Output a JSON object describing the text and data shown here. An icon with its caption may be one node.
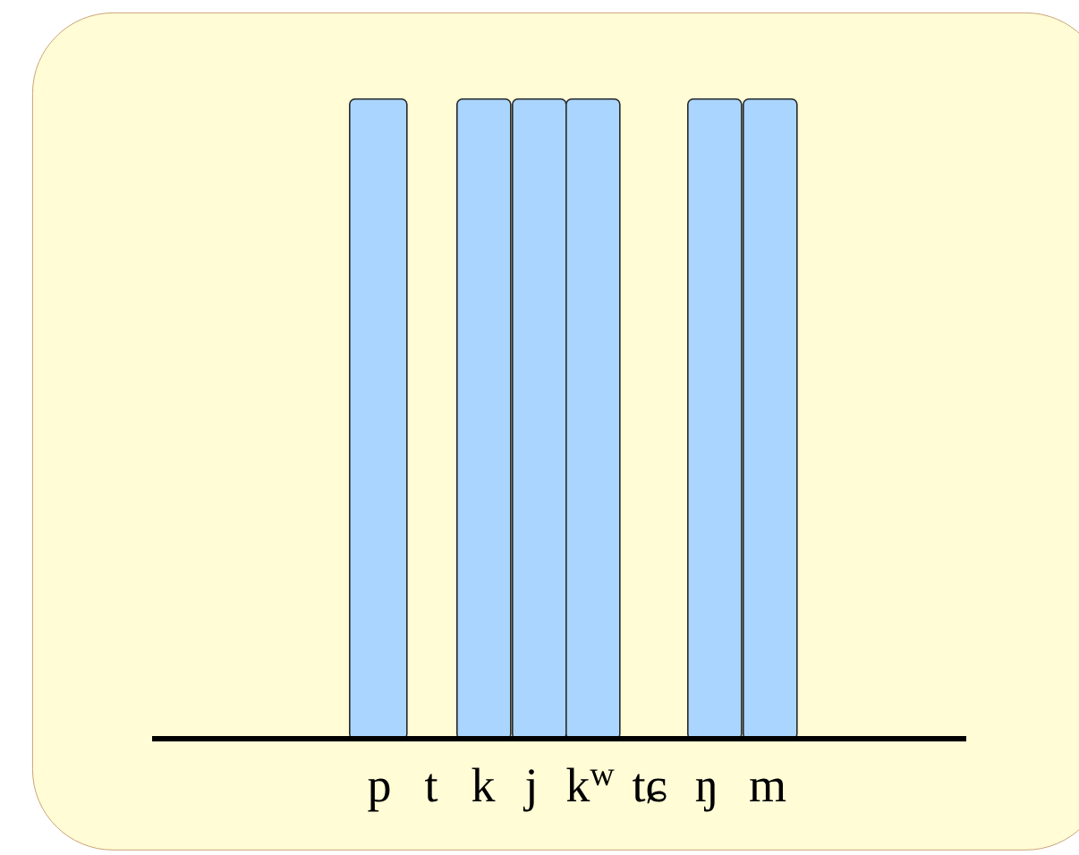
{
  "diagram": {
    "nodes": [
      {
        "text": [],
        "shape": "box"
      },
      {
        "text": [],
        "shape": "bar",
        "in": 0
      },
      {
        "text": [],
        "shape": "bar",
        "in": 0
      },
      {
        "text": [],
        "shape": "bar",
        "in": 0
      },
      {
        "text": [],
        "shape": "bar",
        "in": 0
      },
      {
        "text": [],
        "shape": "bar",
        "in": 0
      },
      {
        "text": [],
        "shape": "bar",
        "in": 0
      }
    ],
    "labels": [
      "p",
      "t",
      "k",
      "j",
      "k$^{w}$",
      "tɕ",
      "ŋ",
      "m"
    ]
  }
}
